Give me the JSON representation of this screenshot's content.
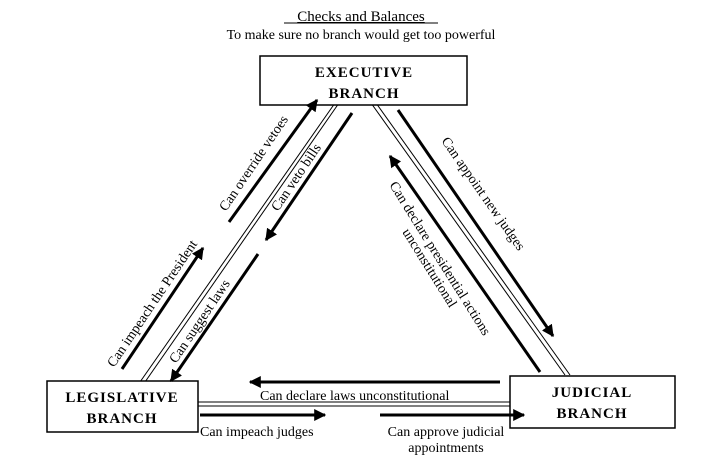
{
  "title": "Checks and Balances",
  "subtitle": "To make sure no branch would get too powerful",
  "branches": {
    "executive": [
      "EXECUTIVE",
      "BRANCH"
    ],
    "legislative": [
      "LEGISLATIVE",
      "BRANCH"
    ],
    "judicial": [
      "JUDICIAL",
      "BRANCH"
    ]
  },
  "checks": {
    "override_vetoes": "Can override vetoes",
    "veto_bills": "Can veto bills",
    "impeach_president": "Can impeach the President",
    "suggest_laws": "Can suggest laws",
    "appoint_judges": "Can appoint new judges",
    "declare_actions_1": "Can declare presidential actions",
    "declare_actions_2": "unconstitutional",
    "declare_laws": "Can declare laws unconstitutional",
    "impeach_judges": "Can impeach judges",
    "approve_appointments_1": "Can approve judicial",
    "approve_appointments_2": "appointments"
  }
}
